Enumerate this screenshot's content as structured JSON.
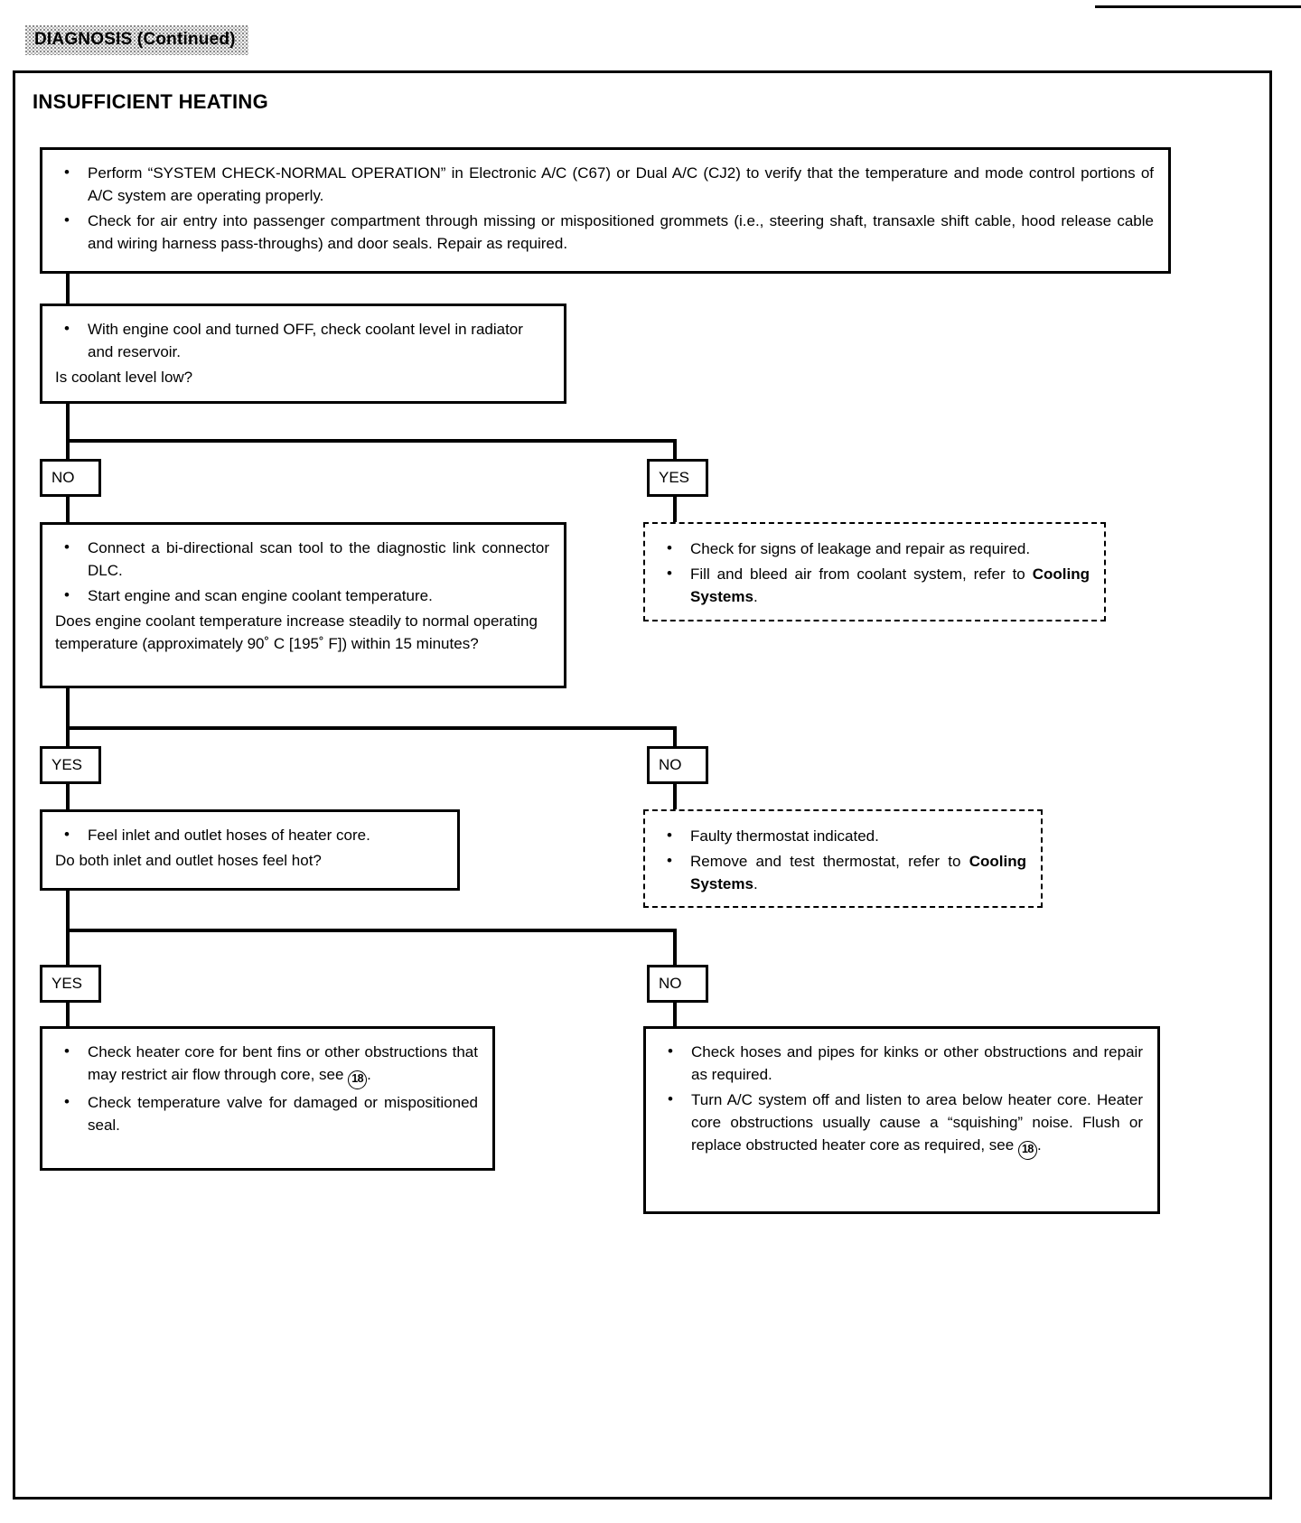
{
  "header": {
    "title": "DIAGNOSIS",
    "continued": "(Continued)",
    "section_title": "INSUFFICIENT HEATING"
  },
  "labels": {
    "yes": "YES",
    "no": "NO",
    "cooling_systems": "Cooling Systems",
    "ref_18": "18"
  },
  "nodes": {
    "preliminary": {
      "bullets": [
        "Perform “SYSTEM CHECK-NORMAL OPERATION” in Electronic A/C (C67) or Dual A/C (CJ2) to verify that the temperature and mode control portions of A/C system are operating properly.",
        "Check for air entry into passenger compartment through missing or mispositioned grommets (i.e., steering shaft, transaxle shift cable, hood release cable and wiring harness pass-throughs) and door seals. Repair as required."
      ]
    },
    "coolant_level": {
      "bullets": [
        "With engine cool and turned OFF, check coolant level in radiator and reservoir."
      ],
      "question": "Is coolant level low?"
    },
    "leakage_fill": {
      "bullets": [
        "Check for signs of leakage and repair as required.",
        "Fill and bleed air from coolant system, refer to "
      ]
    },
    "scan_temp": {
      "bullets": [
        "Connect a bi-directional scan tool to the diagnostic link connector DLC.",
        "Start engine and scan engine coolant temperature."
      ],
      "question": "Does engine coolant temperature increase steadily to normal operating temperature (approximately 90˚ C [195˚ F]) within 15 minutes?"
    },
    "thermostat": {
      "bullets": [
        "Faulty thermostat indicated.",
        "Remove and test thermostat, refer to "
      ]
    },
    "hoses_feel": {
      "bullets": [
        "Feel inlet and outlet hoses of heater core."
      ],
      "question": "Do both inlet and outlet hoses feel hot?"
    },
    "heater_core_check": {
      "bullet1_a": "Check heater core for bent fins or other obstructions that may restrict air flow through core, see ",
      "bullet1_b": ".",
      "bullet2": "Check temperature valve for damaged or mispositioned seal."
    },
    "hoses_pipes_check": {
      "bullet1": "Check hoses and pipes for kinks or other obstructions and repair as required.",
      "bullet2_a": "Turn A/C system off and listen to area below heater core. Heater core obstructions usually cause a “squishing” noise. Flush or replace obstructed heater core as required, see ",
      "bullet2_b": "."
    }
  }
}
